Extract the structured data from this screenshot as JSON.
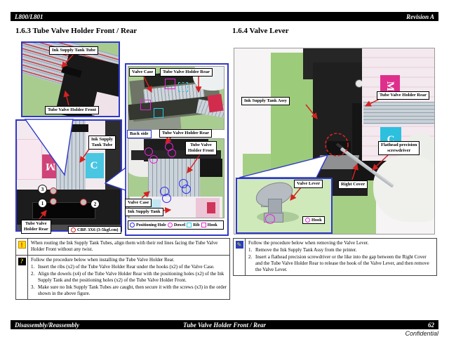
{
  "header": {
    "model": "L800/L801",
    "revision": "Revision A"
  },
  "sections": {
    "left": {
      "heading": "1.6.3  Tube Valve Holder Front / Rear"
    },
    "right": {
      "heading": "1.6.4  Valve Lever"
    }
  },
  "labels": {
    "ink_supply_tank_tube": "Ink Supply Tank Tube",
    "tube_valve_holder_front": "Tube Valve Holder Front",
    "tube_valve_holder_rear": "Tube Valve Holder Rear",
    "ink_supply": "Ink Supply",
    "tank_tube": "Tank Tube",
    "tube_valve": "Tube Valve",
    "holder_rear": "Holder Rear",
    "holder_front": "Holder Front",
    "valve_case": "Valve Case",
    "back_side": "Back side",
    "ink_supply_tank": "Ink Supply Tank",
    "ink_supply_tank_assy": "Ink Supply Tank Assy",
    "flathead_line1": "Flathead precision",
    "flathead_line2": "screwdriver",
    "right_cover": "Right Cover",
    "valve_lever": "Valve Lever",
    "hook": "Hook",
    "screw_note": "CBP. 3X6 (3-5kgf.cm)"
  },
  "screws": {
    "s1": "1",
    "s2": "2",
    "s3": "3"
  },
  "legend": {
    "items": [
      {
        "label": "Positioning Hole",
        "shape": "circle",
        "color": "#2a2aee"
      },
      {
        "label": "Dowel",
        "shape": "circle",
        "color": "#e623d6"
      },
      {
        "label": "Rib",
        "shape": "square",
        "color": "#29c8e8"
      },
      {
        "label": "Hook",
        "shape": "square",
        "color": "#e623d6"
      }
    ]
  },
  "photo_text": {
    "magenta_card": "M",
    "cyan_card": "C"
  },
  "icons": {
    "caution_glyph": "!",
    "checkpoint_glyph": "?",
    "adjust_glyph": "✎"
  },
  "notes_left": {
    "caution_text": "When routing the Ink Supply Tank Tubes, align them with their red lines facing the Tube Valve Holder Front without any twist.",
    "checkpoint_heading": "Follow the procedure below when installing the Tube Valve Holder Rear.",
    "steps": [
      {
        "num": "1.",
        "text": "Insert the ribs (x2) of the Tube Valve Holder Rear under the hooks (x2) of the Valve Case."
      },
      {
        "num": "2.",
        "text": "Align the dowels (x4) of the Tube Valve Holder Rear with the positioning holes (x2) of the Ink Supply Tank and the positioning holes (x2) of the Tube Valve Holder Front."
      },
      {
        "num": "3.",
        "text": "Make sure no Ink Supply Tank Tubes are caught, then secure it with the screws (x3) in the order shown in the above figure."
      }
    ]
  },
  "notes_right": {
    "checkpoint_heading": "Follow the procedure below when removing the Valve Lever.",
    "steps": [
      {
        "num": "1.",
        "text": "Remove the Ink Supply Tank Assy from the printer."
      },
      {
        "num": "2.",
        "text": "Insert a flathead precision screwdriver or the like into the gap between the Right Cover and the Tube Valve Holder Rear to release the hook of the Valve Lever, and then remove the Valve Lever."
      }
    ]
  },
  "footer": {
    "left": "Disassembly/Reassembly",
    "center": "Tube Valve Holder Front / Rear",
    "page": "62",
    "confidential": "Confidential"
  },
  "colors": {
    "figure_border": "#3038c8",
    "arrow_red": "#d42222",
    "photo_green": "#a8cc8e",
    "inset_green": "#cfe9bb"
  }
}
